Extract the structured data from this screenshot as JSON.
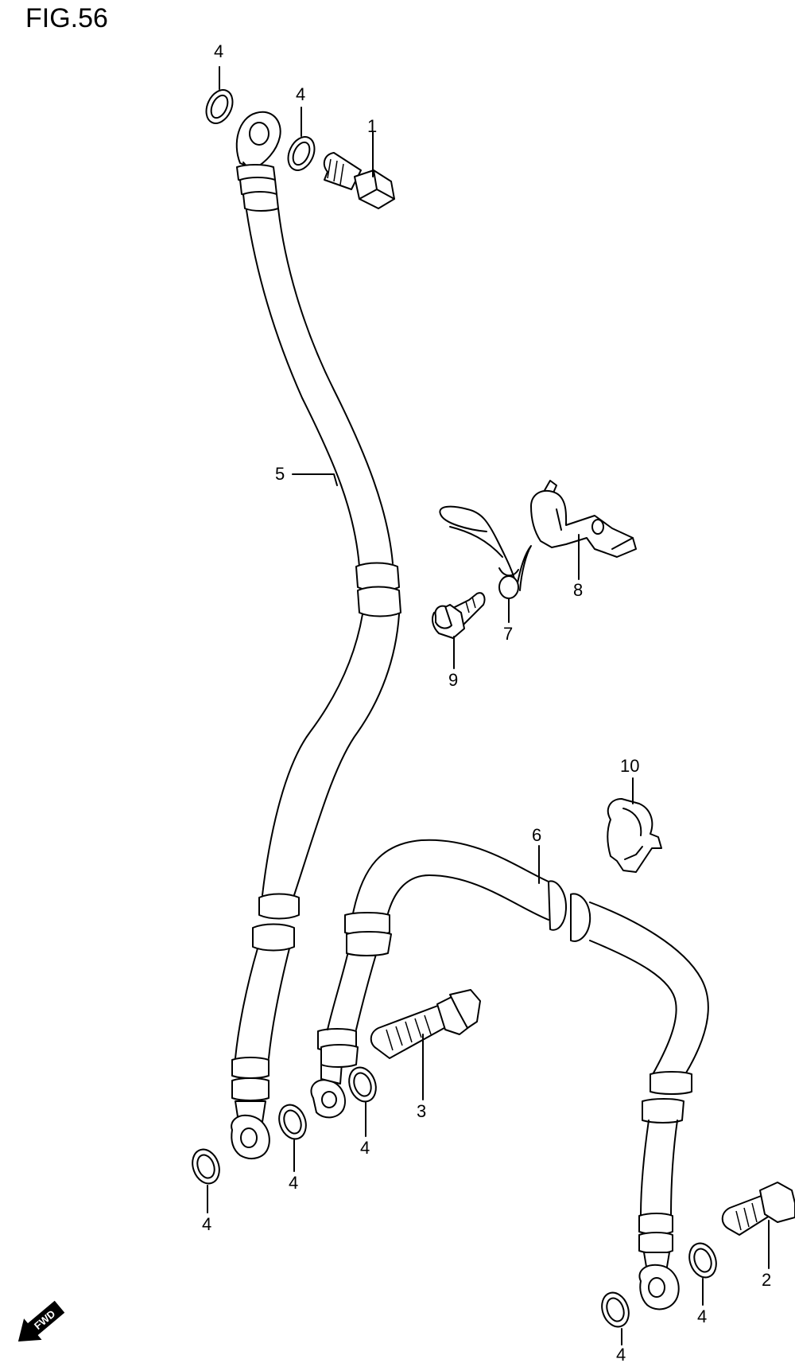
{
  "figure": {
    "title": "FIG.56"
  },
  "callouts": {
    "c1": "1",
    "c2": "2",
    "c3": "3",
    "c4a": "4",
    "c4b": "4",
    "c4c": "4",
    "c4d": "4",
    "c4e": "4",
    "c4f": "4",
    "c4g": "4",
    "c5": "5",
    "c6": "6",
    "c7": "7",
    "c8": "8",
    "c9": "9",
    "c10": "10"
  },
  "direction_indicator": {
    "label": "FWD",
    "icon": "forward-arrow-icon"
  }
}
